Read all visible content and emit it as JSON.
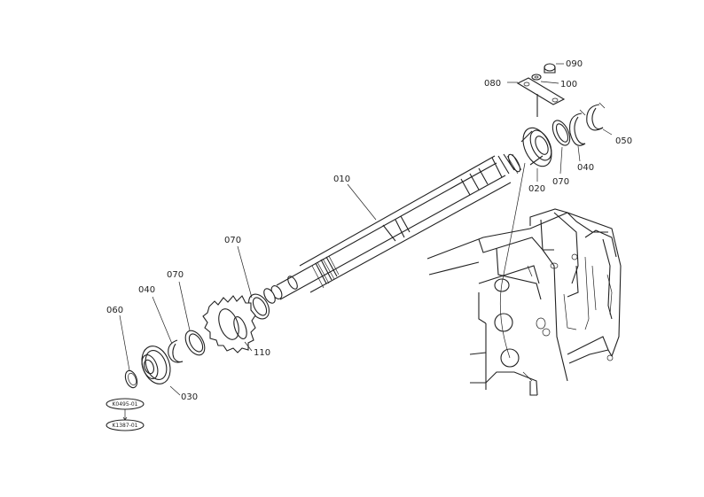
{
  "callouts": [
    {
      "id": "p010",
      "label": "010"
    },
    {
      "id": "p020",
      "label": "020"
    },
    {
      "id": "p030",
      "label": "030"
    },
    {
      "id": "p040a",
      "label": "040"
    },
    {
      "id": "p040b",
      "label": "040"
    },
    {
      "id": "p050",
      "label": "050"
    },
    {
      "id": "p060",
      "label": "060"
    },
    {
      "id": "p070a",
      "label": "070"
    },
    {
      "id": "p070b",
      "label": "070"
    },
    {
      "id": "p070c",
      "label": "070"
    },
    {
      "id": "p080",
      "label": "080"
    },
    {
      "id": "p090",
      "label": "090"
    },
    {
      "id": "p100",
      "label": "100"
    },
    {
      "id": "p110",
      "label": "110"
    }
  ],
  "references": [
    {
      "id": "ref1",
      "label": "K0495-01"
    },
    {
      "id": "ref2",
      "label": "K1387-01"
    }
  ]
}
